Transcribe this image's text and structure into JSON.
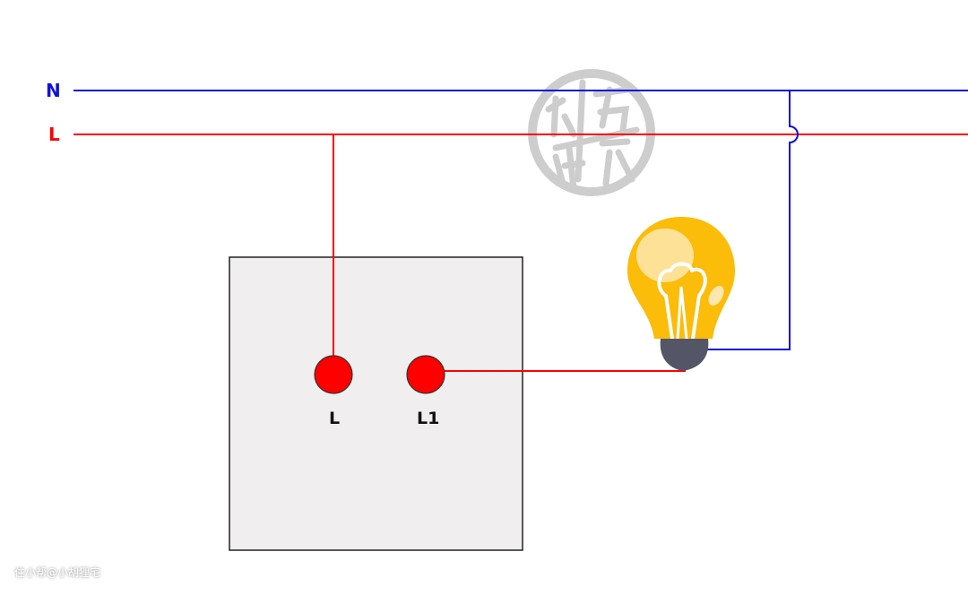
{
  "lines": {
    "neutral": {
      "label": "N",
      "color": "#1010e0"
    },
    "live": {
      "label": "L",
      "color": "#ff0000"
    }
  },
  "switch": {
    "terminals": [
      {
        "label": "L",
        "color": "#ff0000"
      },
      {
        "label": "L1",
        "color": "#ff0000"
      }
    ],
    "fill": "#f0eeee"
  },
  "bulb": {
    "glass_color": "#fbbc0a",
    "highlight_color": "#fde7b0",
    "base_color": "#545667"
  },
  "seal_watermark": {
    "text": "小白测试",
    "color": "#c8c8c8"
  },
  "credit_watermark": "住小帮@小胡狸宅"
}
